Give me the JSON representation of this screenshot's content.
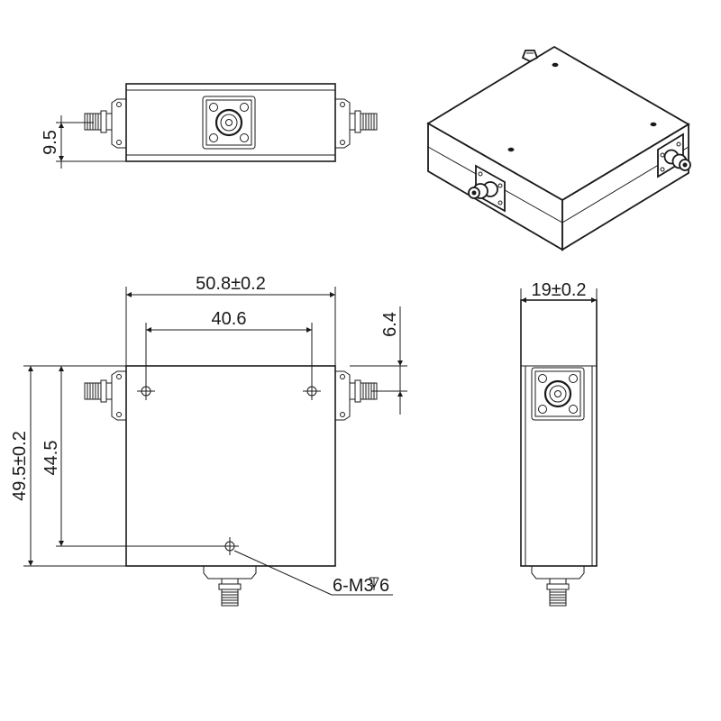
{
  "dimensions": {
    "top_height": "9.5",
    "width": "50.8±0.2",
    "hole_spacing": "40.6",
    "hole_offset": "6.4",
    "overall_height": "49.5±0.2",
    "hole_height": "44.5",
    "depth": "19±0.2",
    "mount_holes": "6-M3",
    "hole_depth": "6"
  },
  "colors": {
    "line": "#1a1a1a",
    "background": "#ffffff"
  }
}
